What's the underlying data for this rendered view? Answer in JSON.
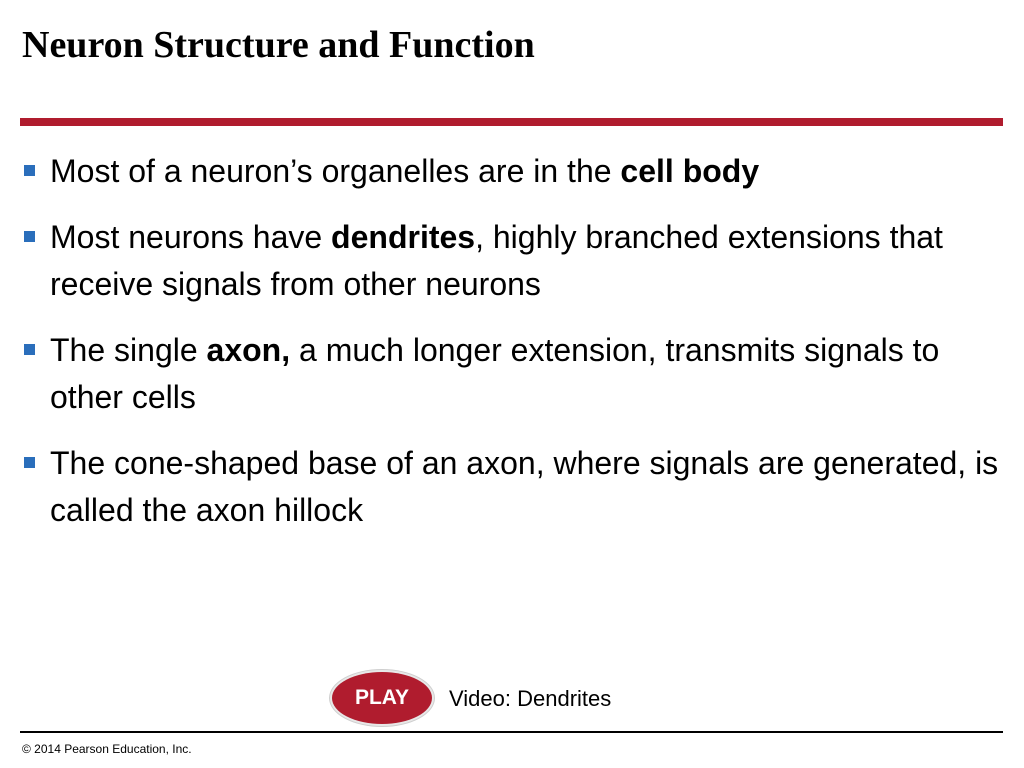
{
  "slide": {
    "title": "Neuron Structure and Function",
    "bullets": [
      {
        "pre": "Most of a neuron’s organelles are in the ",
        "bold": "cell body",
        "post": ""
      },
      {
        "pre": "Most neurons have ",
        "bold": "dendrites",
        "post": ", highly branched extensions that receive signals from other neurons"
      },
      {
        "pre": "The single ",
        "bold": "axon,",
        "post": " a much longer extension, transmits signals to other cells"
      },
      {
        "pre": "The cone-shaped base of an axon, where signals are generated, is called the axon hillock",
        "bold": "",
        "post": ""
      }
    ]
  },
  "media": {
    "play_label": "PLAY",
    "video_label": "Video: Dendrites"
  },
  "footer": {
    "copyright": "© 2014 Pearson Education, Inc."
  },
  "colors": {
    "accent_rule": "#b01c2e",
    "bullet_marker": "#2a6ebb",
    "play_button": "#b01c2e",
    "footer_rule": "#000000"
  }
}
